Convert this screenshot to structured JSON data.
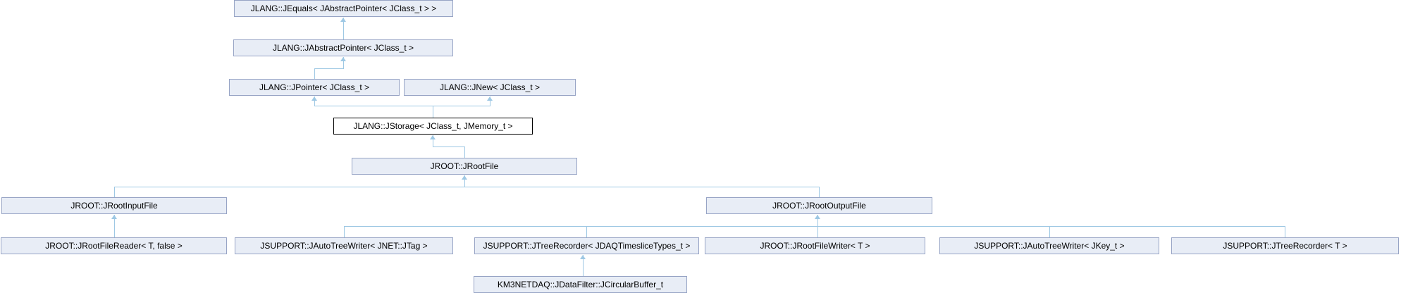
{
  "diagram": {
    "type": "class-inheritance-graph",
    "colors": {
      "node-fill": "#e8edf6",
      "node-border": "#97a4c5",
      "current-fill": "#ffffff",
      "current-border": "#000000",
      "edge": "#9ec8e4",
      "text": "#000000",
      "background": "#ffffff"
    },
    "nodes": {
      "jequals": {
        "label": "JLANG::JEquals< JAbstractPointer< JClass_t > >"
      },
      "jabstractpointer": {
        "label": "JLANG::JAbstractPointer< JClass_t >"
      },
      "jpointer": {
        "label": "JLANG::JPointer< JClass_t >"
      },
      "jnew": {
        "label": "JLANG::JNew< JClass_t >"
      },
      "jstorage": {
        "label": "JLANG::JStorage< JClass_t, JMemory_t >"
      },
      "jrootfile": {
        "label": "JROOT::JRootFile"
      },
      "jrootinputfile": {
        "label": "JROOT::JRootInputFile"
      },
      "jrootoutputfile": {
        "label": "JROOT::JRootOutputFile"
      },
      "jrootfilereader": {
        "label": "JROOT::JRootFileReader< T, false >"
      },
      "jautotreewriter_jtag": {
        "label": "JSUPPORT::JAutoTreeWriter< JNET::JTag >"
      },
      "jtreerecorder_timeslice": {
        "label": "JSUPPORT::JTreeRecorder< JDAQTimesliceTypes_t >"
      },
      "jrootfilewriter": {
        "label": "JROOT::JRootFileWriter< T >"
      },
      "jautotreewriter_jkey": {
        "label": "JSUPPORT::JAutoTreeWriter< JKey_t >"
      },
      "jtreerecorder_t": {
        "label": "JSUPPORT::JTreeRecorder< T >"
      },
      "jcircularbuffer": {
        "label": "KM3NETDAQ::JDataFilter::JCircularBuffer_t"
      }
    }
  }
}
